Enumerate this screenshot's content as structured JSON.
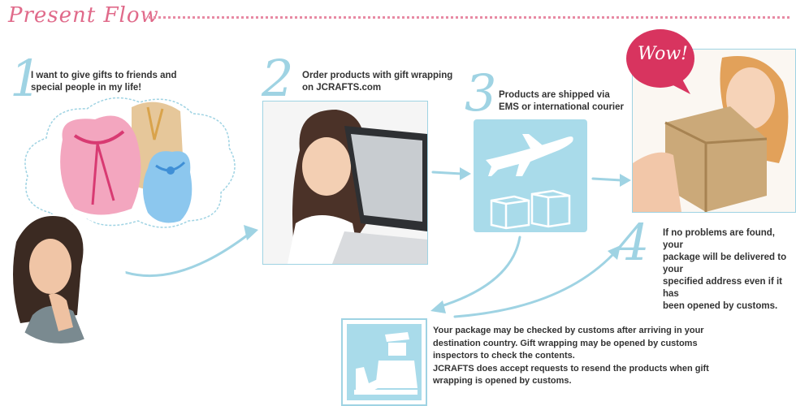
{
  "header": {
    "title": "Present Flow"
  },
  "steps": [
    {
      "number": "1",
      "text_lines": [
        "I want to give gifts to friends and",
        "special people in my life!"
      ]
    },
    {
      "number": "2",
      "text_lines": [
        "Order products with gift wrapping",
        "on JCRAFTS.com"
      ]
    },
    {
      "number": "3",
      "text_lines": [
        "Products are shipped via",
        "EMS or international courier"
      ]
    },
    {
      "number": "4",
      "text_lines": [
        "If no problems are found, your",
        "package will be delivered to your",
        "specified address even if it has",
        "been opened by customs."
      ]
    }
  ],
  "customs": {
    "text_lines": [
      "Your package may be checked by customs after arriving in your",
      "destination country. Gift wrapping may be opened by customs",
      "inspectors to check the contents.",
      "JCRAFTS does accept requests to resend the products when gift",
      "wrapping is opened by customs."
    ]
  },
  "badge": {
    "text": "Wow!"
  },
  "colors": {
    "accent_pink": "#e06a8a",
    "accent_blue": "#9fd3e3",
    "text": "#333333",
    "badge_red": "#d8345f"
  },
  "icons": [
    "gift-bags-cloud-illustration",
    "airplane-icon",
    "boxes-icon",
    "customs-officer-icon",
    "flow-arrow-icon"
  ]
}
